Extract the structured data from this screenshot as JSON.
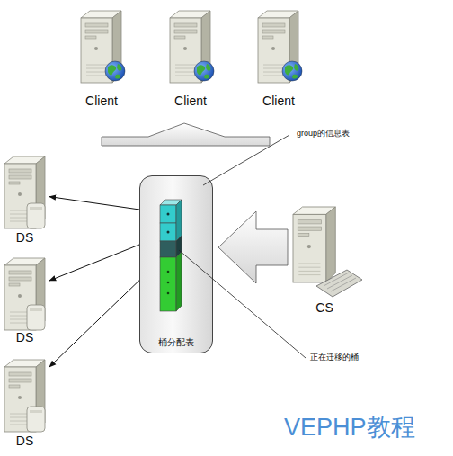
{
  "diagram": {
    "nodes": [
      {
        "text": [
          "Client"
        ]
      },
      {
        "text": [
          "Client"
        ]
      },
      {
        "text": [
          "Client"
        ]
      },
      {
        "text": [
          "DS"
        ]
      },
      {
        "text": [
          "DS"
        ]
      },
      {
        "text": [
          "DS"
        ]
      },
      {
        "text": [
          "桶分配表"
        ]
      },
      {
        "text": [
          "CS"
        ]
      }
    ],
    "edges": [
      {
        "from": 6,
        "to": 3,
        "arrow": "to"
      },
      {
        "from": 6,
        "to": 4,
        "arrow": "to"
      },
      {
        "from": 6,
        "to": 5,
        "arrow": "to"
      },
      {
        "from": 7,
        "to": 6,
        "arrow": "to"
      }
    ],
    "labels": [
      "group的信息表",
      "正在迁移的桶",
      "VEPHP教程"
    ]
  }
}
